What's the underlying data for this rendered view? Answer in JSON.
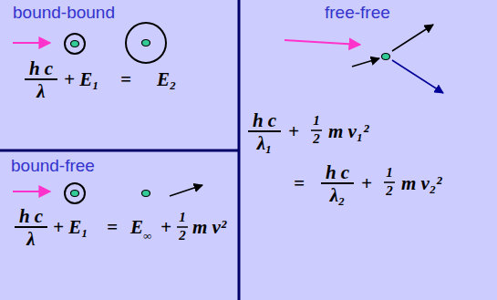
{
  "diagram": {
    "labels": [
      "bound-bound",
      "h c",
      "λ",
      "+ E₁",
      "=",
      "E₂",
      "bound-free",
      "h c",
      "λ",
      "+ E₁",
      "=",
      "E",
      "∞",
      "+",
      "1",
      "2",
      "m v²",
      "free-free",
      "h c",
      "λ₁",
      "+",
      "1",
      "2",
      "m v₁²",
      "=",
      "h c",
      "λ₂",
      "+",
      "1",
      "2",
      "m v₂²"
    ]
  }
}
